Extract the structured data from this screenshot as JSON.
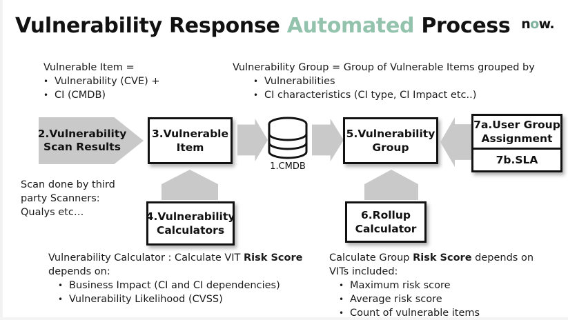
{
  "slide": {
    "title_part1": "Vulnerability Response ",
    "title_accent": "Automated",
    "title_part2": " Process",
    "logo_pre": "n",
    "logo_o": "o",
    "logo_post": "w.",
    "accent_color": "#93c3ad",
    "arrow_color": "#c9c9c9",
    "box_border_color": "#111111"
  },
  "definitions": {
    "left": {
      "heading": "Vulnerable Item =",
      "bullets": [
        "Vulnerability (CVE)  +",
        "CI (CMDB)"
      ]
    },
    "right": {
      "heading": "Vulnerability Group = Group of Vulnerable Items grouped by",
      "bullets": [
        "Vulnerabilities",
        "CI characteristics (CI type, CI Impact etc..)"
      ]
    }
  },
  "flow": {
    "scan_results": {
      "line1": "2.Vulnerability",
      "line2": "Scan Results"
    },
    "vulnerable_item": {
      "line1": "3.Vulnerable",
      "line2": "Item"
    },
    "cmdb": {
      "label": "1.CMDB"
    },
    "vulnerability_group": {
      "line1": "5.Vulnerability",
      "line2": "Group"
    },
    "user_group_assignment": {
      "line1": "7a.User Group",
      "line2": "Assignment"
    },
    "sla": {
      "label": "7b.SLA"
    },
    "vulnerability_calculators": {
      "line1": "4.Vulnerability",
      "line2": "Calculators"
    },
    "rollup_calculator": {
      "line1": "6.Rollup",
      "line2": "Calculator"
    }
  },
  "notes": {
    "scan": {
      "line1": "Scan done by third",
      "line2": "party Scanners:",
      "line3": "Qualys etc…"
    },
    "calculator": {
      "heading_pre": "Vulnerability Calculator : Calculate VIT ",
      "heading_bold": "Risk Score",
      "heading_post": "",
      "heading_line2": "depends on:",
      "bullets": [
        "Business Impact (CI and CI dependencies)",
        "Vulnerability Likelihood (CVSS)"
      ]
    },
    "group": {
      "heading_pre": "Calculate Group ",
      "heading_bold": "Risk Score",
      "heading_post": " depends on",
      "heading_line2": "VITs included:",
      "bullets": [
        "Maximum risk score",
        "Average risk score",
        "Count of vulnerable items"
      ]
    }
  }
}
